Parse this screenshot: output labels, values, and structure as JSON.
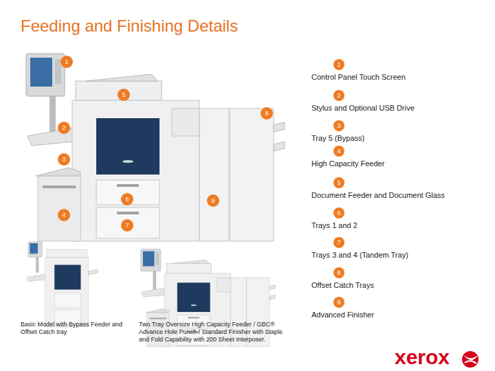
{
  "diagram": {
    "title": "Feeding and Finishing Details",
    "nodes": [
      {
        "text": [
          "1"
        ]
      },
      {
        "text": [
          "5"
        ]
      },
      {
        "text": [
          "8"
        ]
      },
      {
        "text": [
          "2"
        ]
      },
      {
        "text": [
          "3"
        ]
      },
      {
        "text": [
          "6"
        ]
      },
      {
        "text": [
          "9"
        ]
      },
      {
        "text": [
          "4"
        ]
      },
      {
        "text": [
          "7"
        ]
      },
      {
        "text": [
          "1",
          "Control Panel Touch Screen"
        ]
      },
      {
        "text": [
          "2",
          "Stylus and Optional USB Drive"
        ]
      },
      {
        "text": [
          "3",
          "Tray 5 (Bypass)"
        ]
      },
      {
        "text": [
          "4",
          "High Capacity Feeder"
        ]
      },
      {
        "text": [
          "5",
          "Document Feeder and Document Glass"
        ]
      },
      {
        "text": [
          "6",
          "Trays 1 and 2"
        ]
      },
      {
        "text": [
          "7",
          "Trays 3 and 4 (Tandem Tray)"
        ]
      },
      {
        "text": [
          "8",
          "Offset Catch Trays"
        ]
      },
      {
        "text": [
          "9",
          "Advanced Finisher"
        ]
      }
    ],
    "edges": [],
    "labels": [
      "Basic Model with Bypass Feeder and Offset Catch tray",
      "Two Tray Oversize High Capacity Feeder / GBC® Advance Hole Punch / Standard Finisher with Staple and Fold Capability with 200 Sheet Interposer.",
      "xerox"
    ]
  }
}
